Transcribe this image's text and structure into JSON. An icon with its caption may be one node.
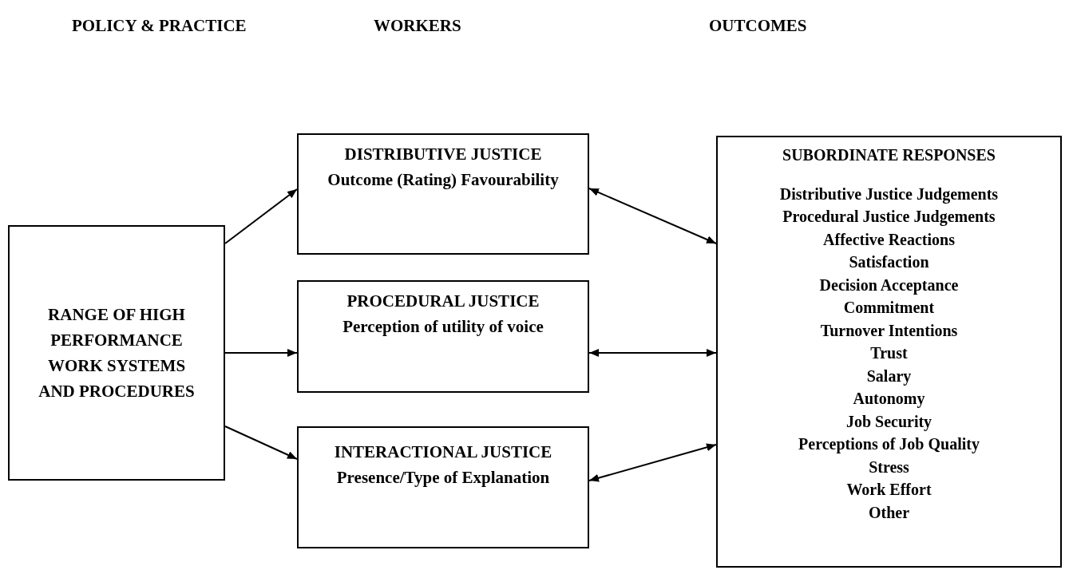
{
  "diagram": {
    "nodes": [
      {
        "text": [
          "RANGE OF HIGH PERFORMANCE WORK SYSTEMS AND PROCEDURES"
        ]
      },
      {
        "text": [
          "DISTRIBUTIVE JUSTICE",
          "Outcome (Rating) Favourability"
        ]
      },
      {
        "text": [
          "PROCEDURAL JUSTICE",
          "Perception of utility of voice"
        ]
      },
      {
        "text": [
          "INTERACTIONAL JUSTICE",
          "Presence/Type of Explanation"
        ]
      },
      {
        "text": [
          "SUBORDINATE RESPONSES",
          "Distributive Justice Judgements",
          "Procedural Justice Judgements",
          "Affective Reactions",
          "Satisfaction",
          "Decision Acceptance",
          "Commitment",
          "Turnover Intentions",
          "Trust",
          "Salary",
          "Autonomy",
          "Job Security",
          "Perceptions of Job Quality",
          "Stress",
          "Work Effort",
          "Other"
        ]
      }
    ],
    "edges": [
      {
        "from": 0,
        "to": 1,
        "arrow": "to"
      },
      {
        "from": 0,
        "to": 2,
        "arrow": "to"
      },
      {
        "from": 0,
        "to": 3,
        "arrow": "to"
      },
      {
        "from": 1,
        "to": 4,
        "arrow": "both"
      },
      {
        "from": 2,
        "to": 4,
        "arrow": "both"
      },
      {
        "from": 3,
        "to": 4,
        "arrow": "both"
      }
    ],
    "labels": [
      "POLICY & PRACTICE",
      "WORKERS",
      "OUTCOMES"
    ]
  }
}
